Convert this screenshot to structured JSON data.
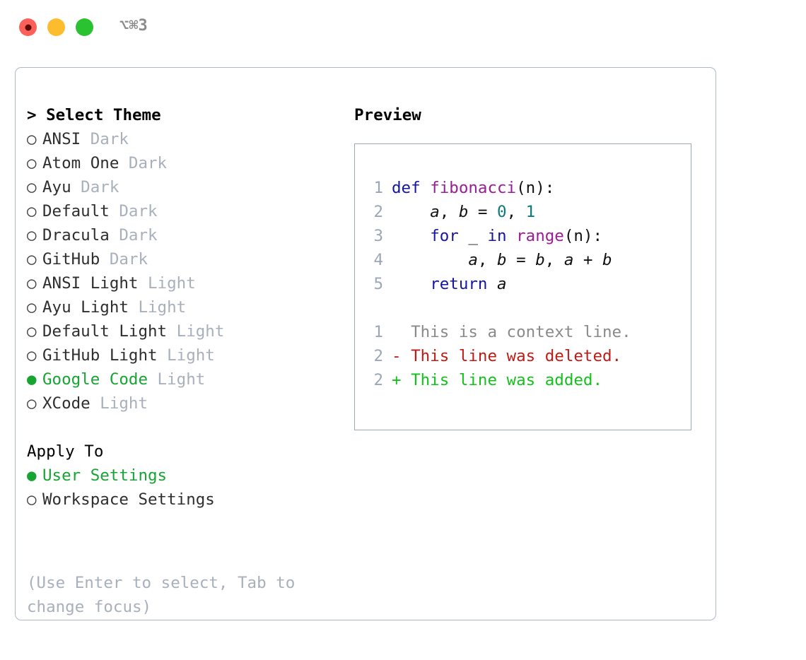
{
  "titlebar": {
    "shortcut": "⌥⌘3",
    "buttons": {
      "close": "close-window",
      "minimize": "minimize-window",
      "maximize": "maximize-window"
    }
  },
  "left_panel": {
    "heading": "> Select Theme",
    "themes": [
      {
        "bullet": "○",
        "label": "ANSI",
        "tag": "Dark",
        "selected": false
      },
      {
        "bullet": "○",
        "label": "Atom One",
        "tag": "Dark",
        "selected": false
      },
      {
        "bullet": "○",
        "label": "Ayu",
        "tag": "Dark",
        "selected": false
      },
      {
        "bullet": "○",
        "label": "Default",
        "tag": "Dark",
        "selected": false
      },
      {
        "bullet": "○",
        "label": "Dracula",
        "tag": "Dark",
        "selected": false
      },
      {
        "bullet": "○",
        "label": "GitHub",
        "tag": "Dark",
        "selected": false
      },
      {
        "bullet": "○",
        "label": "ANSI Light",
        "tag": "Light",
        "selected": false
      },
      {
        "bullet": "○",
        "label": "Ayu Light",
        "tag": "Light",
        "selected": false
      },
      {
        "bullet": "○",
        "label": "Default Light",
        "tag": "Light",
        "selected": false
      },
      {
        "bullet": "○",
        "label": "GitHub Light",
        "tag": "Light",
        "selected": false
      },
      {
        "bullet": "●",
        "label": "Google Code",
        "tag": "Light",
        "selected": true
      },
      {
        "bullet": "○",
        "label": "XCode",
        "tag": "Light",
        "selected": false
      }
    ],
    "apply_to": {
      "heading": "Apply To",
      "options": [
        {
          "bullet": "●",
          "label": "User Settings",
          "selected": true
        },
        {
          "bullet": "○",
          "label": "Workspace Settings",
          "selected": false
        }
      ]
    },
    "hint": "(Use Enter to select, Tab to change focus)"
  },
  "right_panel": {
    "heading": "Preview",
    "code_lines": [
      {
        "num": "1",
        "tokens": [
          {
            "t": "def ",
            "c": "kw"
          },
          {
            "t": "fibonacci",
            "c": "fn"
          },
          {
            "t": "(n):",
            "c": "plain"
          }
        ]
      },
      {
        "num": "2",
        "tokens": [
          {
            "t": "    ",
            "c": "plain"
          },
          {
            "t": "a",
            "c": "var"
          },
          {
            "t": ", ",
            "c": "plain"
          },
          {
            "t": "b",
            "c": "var"
          },
          {
            "t": " = ",
            "c": "plain"
          },
          {
            "t": "0",
            "c": "num"
          },
          {
            "t": ", ",
            "c": "plain"
          },
          {
            "t": "1",
            "c": "num"
          }
        ]
      },
      {
        "num": "3",
        "tokens": [
          {
            "t": "    ",
            "c": "plain"
          },
          {
            "t": "for",
            "c": "kw"
          },
          {
            "t": " _ ",
            "c": "plain"
          },
          {
            "t": "in",
            "c": "kw"
          },
          {
            "t": " ",
            "c": "plain"
          },
          {
            "t": "range",
            "c": "fn"
          },
          {
            "t": "(n):",
            "c": "plain"
          }
        ]
      },
      {
        "num": "4",
        "tokens": [
          {
            "t": "        ",
            "c": "plain"
          },
          {
            "t": "a",
            "c": "var"
          },
          {
            "t": ", ",
            "c": "plain"
          },
          {
            "t": "b",
            "c": "var"
          },
          {
            "t": " = ",
            "c": "plain"
          },
          {
            "t": "b",
            "c": "var"
          },
          {
            "t": ", ",
            "c": "plain"
          },
          {
            "t": "a",
            "c": "var"
          },
          {
            "t": " + ",
            "c": "plain"
          },
          {
            "t": "b",
            "c": "var"
          }
        ]
      },
      {
        "num": "5",
        "tokens": [
          {
            "t": "    ",
            "c": "plain"
          },
          {
            "t": "return",
            "c": "kw"
          },
          {
            "t": " ",
            "c": "plain"
          },
          {
            "t": "a",
            "c": "var"
          }
        ]
      }
    ],
    "diff_lines": [
      {
        "num": "1",
        "marker": " ",
        "text": " This is a context line.",
        "kind": "ctx"
      },
      {
        "num": "2",
        "marker": "-",
        "text": " This line was deleted.",
        "kind": "del"
      },
      {
        "num": "2",
        "marker": "+",
        "text": " This line was added.",
        "kind": "add"
      }
    ]
  },
  "colors": {
    "accent_green": "#16A533",
    "muted_gray": "#A8B0BC",
    "border": "#AEB8C4",
    "panel_border": "#9BA7B6",
    "keyword_blue": "#1414A8",
    "function_magenta": "#9B1C96",
    "number_teal": "#0B7A78",
    "diff_deleted": "#C01A14",
    "diff_added": "#12C21A",
    "diff_context": "#8A8A8A"
  }
}
